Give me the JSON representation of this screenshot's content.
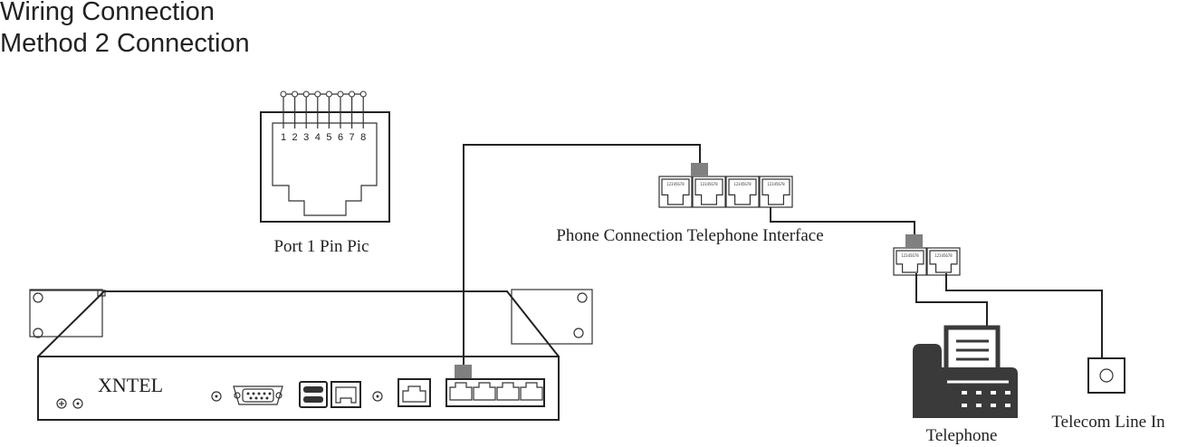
{
  "header": {
    "title": "Wiring Connection",
    "subtitle": "Method 2 Connection"
  },
  "pin_diagram": {
    "caption": "Port 1 Pin Pic",
    "pins": [
      "1",
      "2",
      "3",
      "4",
      "5",
      "6",
      "7",
      "8"
    ]
  },
  "device": {
    "brand": "XNTEL"
  },
  "interface_box": {
    "caption": "Phone Connection Telephone Interface",
    "jack_labels": [
      "12345678",
      "12345678",
      "12345678",
      "12345678"
    ]
  },
  "splitter": {
    "jack_labels": [
      "12345678",
      "12345678"
    ]
  },
  "telephone": {
    "caption": "Telephone",
    "icon": "fax-phone-icon"
  },
  "line_in": {
    "caption": "Telecom Line In",
    "icon": "wall-socket-icon"
  },
  "colors": {
    "line": "#222222",
    "plug": "#808080",
    "phone": "#3a3a3a"
  }
}
